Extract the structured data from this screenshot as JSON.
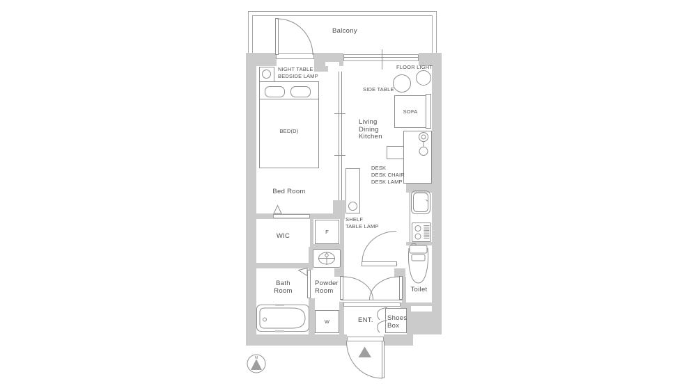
{
  "rooms": {
    "balcony": "Balcony",
    "bed_room": "Bed Room",
    "ldk_lines": [
      "Living",
      "Dining",
      "Kitchen"
    ],
    "wic": "WIC",
    "bath_room_lines": [
      "Bath",
      "Room"
    ],
    "powder_room_lines": [
      "Powder",
      "Room"
    ],
    "toilet": "Toilet",
    "entrance": "ENT.",
    "shoes_box_lines": [
      "Shoes",
      "Box"
    ]
  },
  "labels": {
    "night_table_lines": [
      "NIGHT TABLE",
      "BEDSIDE LAMP"
    ],
    "bed": "BED(D)",
    "floor_light": "FLOOR LIGHT",
    "side_table": "SIDE TABLE",
    "sofa": "SOFA",
    "desk_lines": [
      "DESK",
      "DESK CHAIR",
      "DESK LAMP"
    ],
    "shelf_lines": [
      "SHELF",
      "TABLE LAMP"
    ],
    "fridge": "F",
    "washing_machine": "W"
  },
  "compass": {
    "north": "N"
  },
  "colors": {
    "wall": "#cbcbcb",
    "outline": "#8f8f8f",
    "text": "#4f4f4f",
    "marker": "#9e9e9e"
  }
}
